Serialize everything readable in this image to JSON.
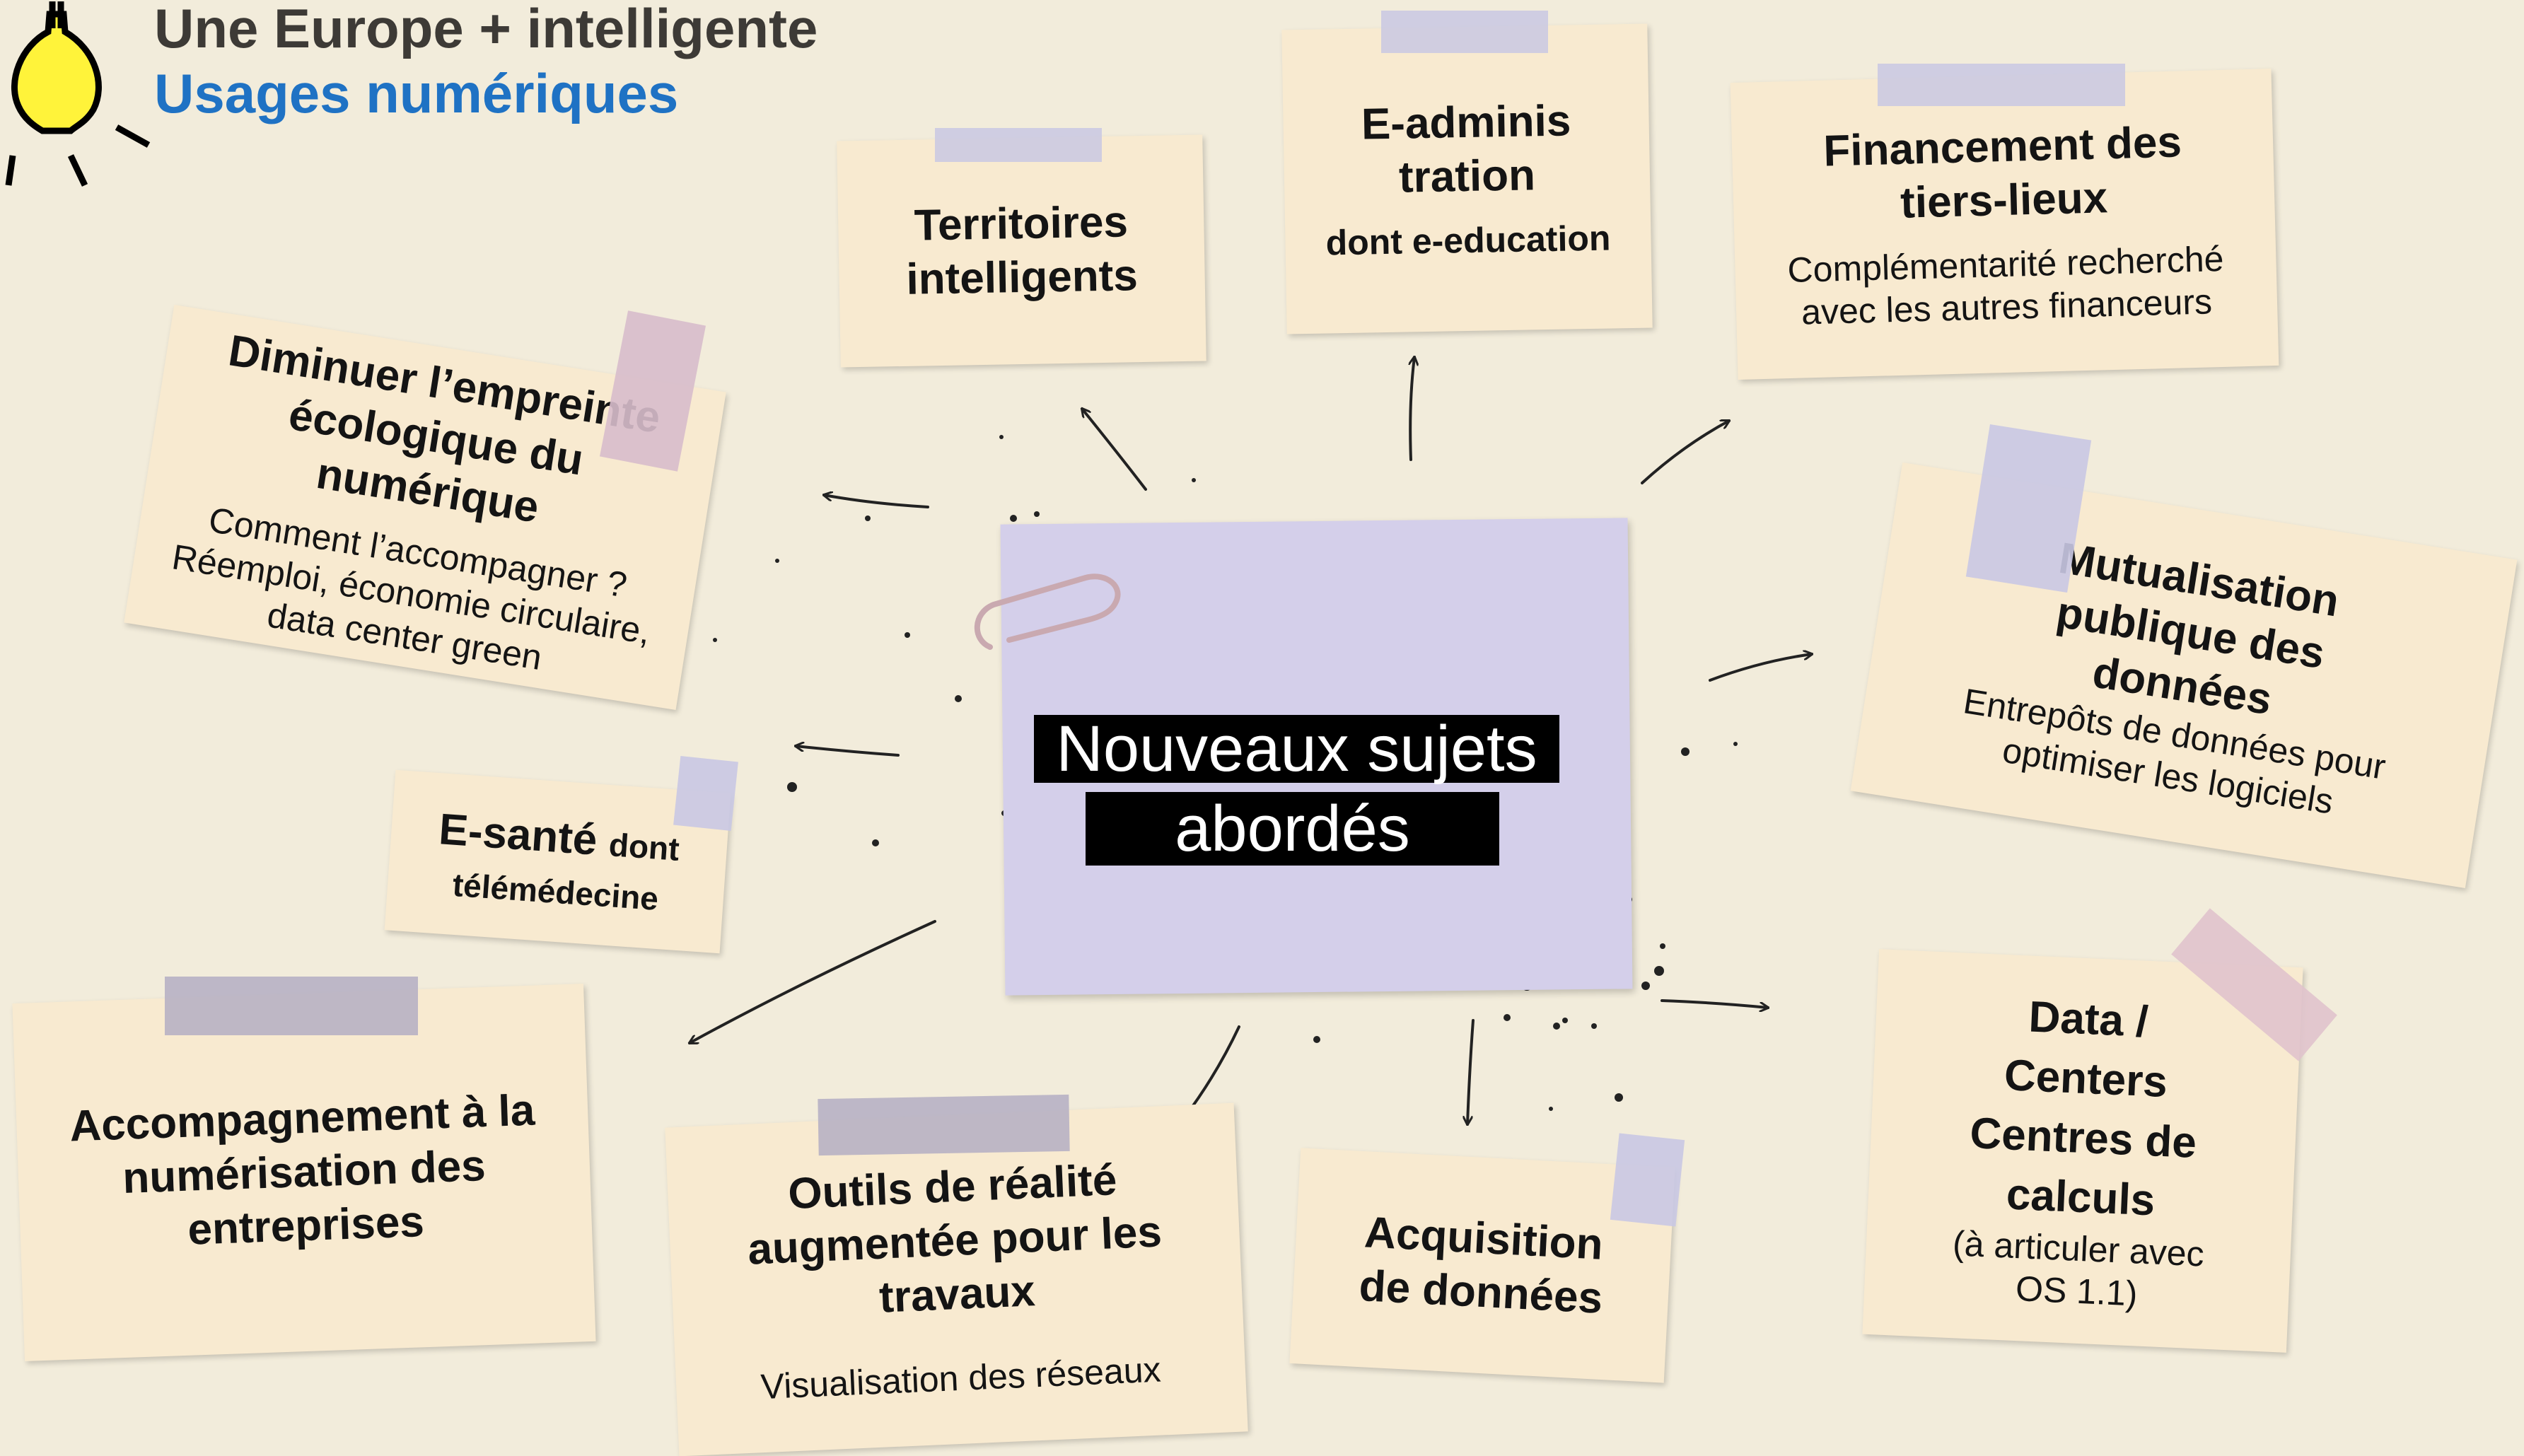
{
  "header": {
    "line1": "Une Europe + intelligente",
    "line2": "Usages numériques",
    "icon": "lightbulb-icon"
  },
  "center": {
    "line1": "Nouveaux sujets",
    "line2": "abordés"
  },
  "notes": {
    "territoires": {
      "title": "Territoires intelligents"
    },
    "eadmin": {
      "title": "E-administration",
      "sub": "dont e-education"
    },
    "financement": {
      "title": "Financement des tiers-lieux",
      "sub": "Complémentarité recherché avec les autres financeurs"
    },
    "diminuer": {
      "title": "Diminuer l’empreinte écologique du numérique",
      "sub": "Comment l’accompagner ? Réemploi, économie circulaire, data center green"
    },
    "mutualisation": {
      "title": "Mutualisation publique des données",
      "sub": "Entrepôts de données pour optimiser les logiciels"
    },
    "esante": {
      "title": "E-santé",
      "title_small": "dont",
      "sub": "télémédecine"
    },
    "accompagnement": {
      "title": "Accompagnement à la numérisation des entreprises"
    },
    "outils": {
      "title": "Outils de réalité augmentée pour les travaux",
      "sub": "Visualisation des réseaux"
    },
    "acquisition": {
      "title": "Acquisition de données"
    },
    "datacenters": {
      "title": "Data / Centers Centres de calculs",
      "sub": "(à articuler avec OS 1.1)"
    }
  },
  "colors": {
    "background": "#f2ecdb",
    "note": "#f8ead0",
    "center_note": "#d4cfea",
    "header_accent": "#1f72c4",
    "bulb": "#fff33a"
  }
}
